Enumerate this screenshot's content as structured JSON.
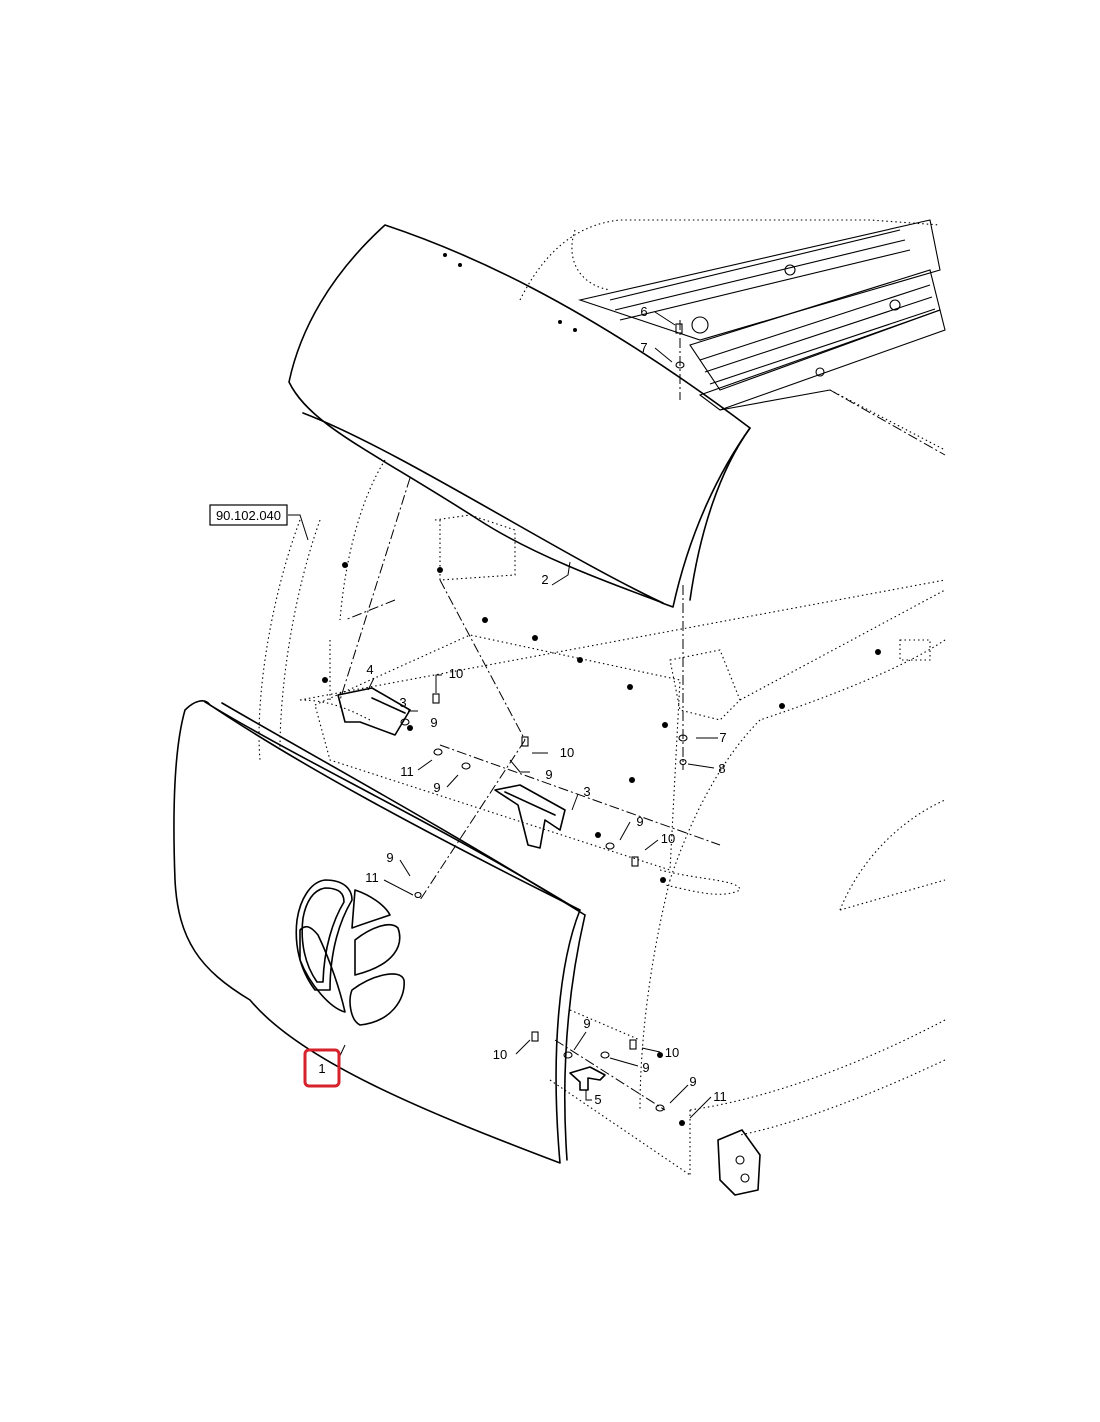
{
  "reference_label": "90.102.040",
  "callouts": {
    "c1": "1",
    "c2": "2",
    "c3a": "3",
    "c3b": "3",
    "c4": "4",
    "c5": "5",
    "c6": "6",
    "c7a": "7",
    "c7b": "7",
    "c8": "8",
    "c9a": "9",
    "c9b": "9",
    "c9c": "9",
    "c9d": "9",
    "c9e": "9",
    "c9f": "9",
    "c9g": "9",
    "c9h": "9",
    "c10a": "10",
    "c10b": "10",
    "c10c": "10",
    "c10d": "10",
    "c10e": "10",
    "c11a": "11",
    "c11b": "11",
    "c11c": "11"
  },
  "highlight": {
    "callout": "1",
    "color": "#d6222a"
  }
}
